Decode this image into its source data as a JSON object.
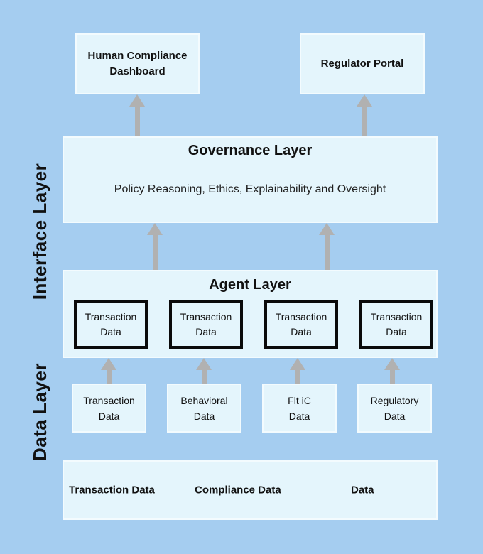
{
  "colors": {
    "background": "#a5cdf0",
    "box_fill": "#e4f5fc",
    "arrow": "#b1b1b1",
    "text": "#111111",
    "inner_border": "#0a0a0a"
  },
  "side_labels": {
    "interface": "Interface Layer",
    "data": "Data Layer"
  },
  "top_boxes": [
    {
      "label": "Human Compliance\nDashboard"
    },
    {
      "label": "Regulator Portal"
    }
  ],
  "governance": {
    "title": "Governance Layer",
    "subtitle": "Policy Reasoning, Ethics, Explainability and Oversight"
  },
  "agent": {
    "title": "Agent Layer",
    "boxes": [
      {
        "label": "Transaction\nData"
      },
      {
        "label": "Transaction\nData"
      },
      {
        "label": "Transaction\nData"
      },
      {
        "label": "Transaction\nData"
      }
    ]
  },
  "data_boxes": [
    {
      "label": "Transaction\nData"
    },
    {
      "label": "Behavioral\nData"
    },
    {
      "label": "Flt iC\nData"
    },
    {
      "label": "Regulatory\nData"
    }
  ],
  "bottom_box": {
    "items": [
      "Transaction Data",
      "Compliance Data",
      "Data"
    ]
  }
}
